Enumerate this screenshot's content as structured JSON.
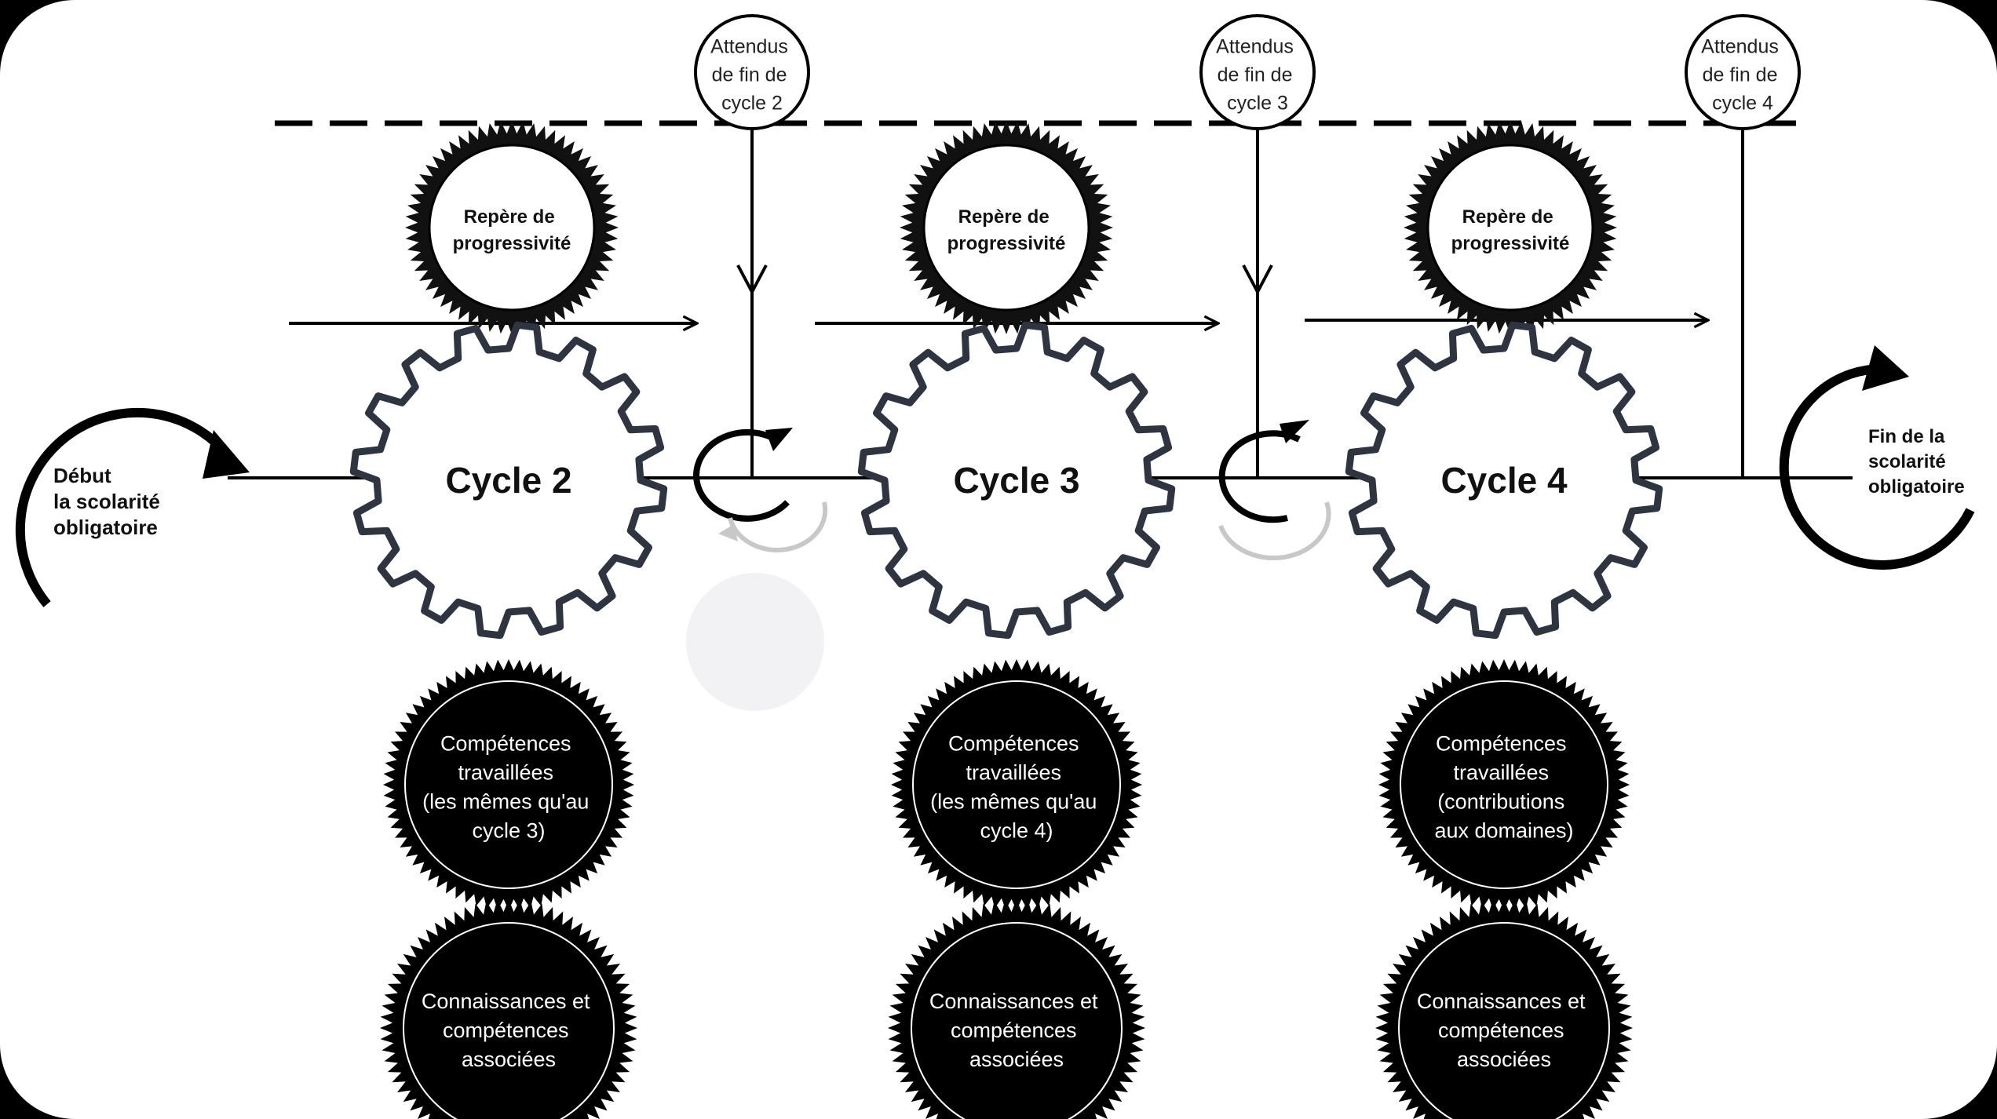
{
  "start_label": [
    "Début",
    "la scolarité",
    "obligatoire"
  ],
  "end_label": [
    "Fin de la",
    "scolarité",
    "obligatoire"
  ],
  "cycles": [
    {
      "name": "Cycle 2",
      "repere": [
        "Repère de",
        "progressivité"
      ],
      "attendus": [
        "Attendus",
        "de fin de",
        "cycle 2"
      ],
      "competences": [
        "Compétences",
        "travaillées",
        "(les mêmes qu'au",
        "cycle 3)"
      ],
      "connaissances": [
        "Connaissances et",
        "compétences",
        "associées"
      ]
    },
    {
      "name": "Cycle 3",
      "repere": [
        "Repère de",
        "progressivité"
      ],
      "attendus": [
        "Attendus",
        "de fin de",
        "cycle 3"
      ],
      "competences": [
        "Compétences",
        "travaillées",
        "(les mêmes qu'au",
        "cycle 4)"
      ],
      "connaissances": [
        "Connaissances et",
        "compétences",
        "associées"
      ]
    },
    {
      "name": "Cycle 4",
      "repere": [
        "Repère de",
        "progressivité"
      ],
      "attendus": [
        "Attendus",
        "de fin de",
        "cycle 4"
      ],
      "competences": [
        "Compétences",
        "travaillées",
        "(contributions",
        "aux domaines)"
      ],
      "connaissances": [
        "Connaissances et",
        "compétences",
        "associées"
      ]
    }
  ],
  "colors": {
    "gear_outline": "#2e3540",
    "badge_fill": "#000000",
    "line": "#000000",
    "background": "#ffffff",
    "frame": "#000000"
  }
}
